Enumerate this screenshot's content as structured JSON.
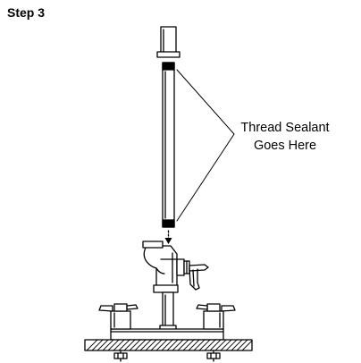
{
  "step_title": "Step 3",
  "callout": {
    "line1": "Thread Sealant",
    "line2": "Goes Here"
  },
  "colors": {
    "line": "#000000",
    "background": "#ffffff"
  }
}
